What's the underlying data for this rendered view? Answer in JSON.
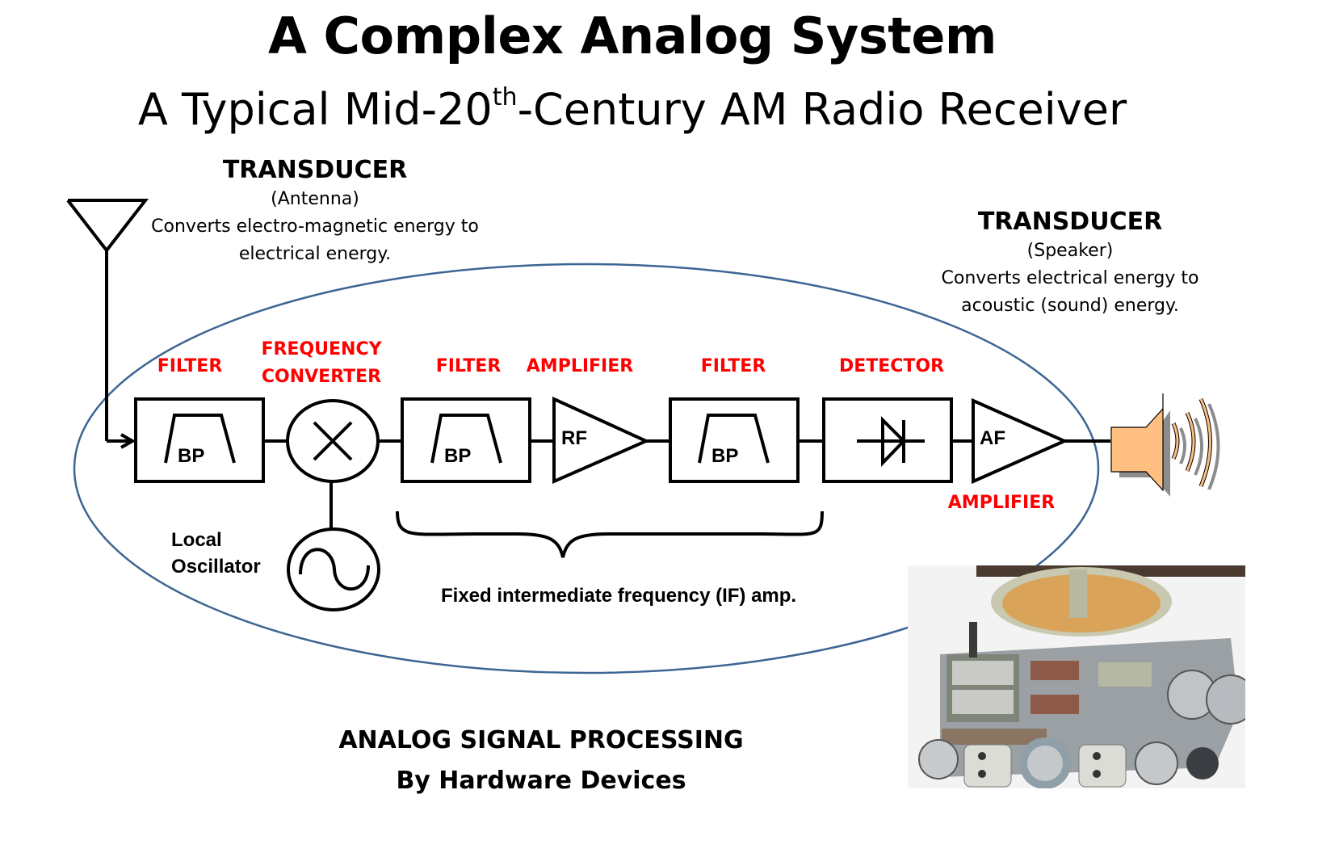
{
  "title": "A Complex Analog System",
  "subtitle": {
    "prefix": "A Typical Mid-20",
    "superscript": "th",
    "suffix": "-Century AM Radio Receiver"
  },
  "transducer_antenna": {
    "heading": "TRANSDUCER",
    "name": "(Antenna)",
    "line1": "Converts electro-magnetic energy to",
    "line2": "electrical energy."
  },
  "transducer_speaker": {
    "heading": "TRANSDUCER",
    "name": "(Speaker)",
    "line1": "Converts electrical energy to",
    "line2": "acoustic (sound) energy."
  },
  "stage_labels": {
    "filter1": "FILTER",
    "freq_converter_line1": "FREQUENCY",
    "freq_converter_line2": "CONVERTER",
    "filter2": "FILTER",
    "amplifier1": "AMPLIFIER",
    "filter3": "FILTER",
    "detector": "DETECTOR",
    "amplifier2": "AMPLIFIER"
  },
  "block_labels": {
    "bp1": "BP",
    "bp2": "BP",
    "bp3": "BP",
    "rf": "RF",
    "af": "AF"
  },
  "local_oscillator": {
    "line1": "Local",
    "line2": "Oscillator"
  },
  "if_amp_label": "Fixed intermediate frequency (IF) amp.",
  "bottom_caption": {
    "line1": "ANALOG SIGNAL PROCESSING",
    "line2": "By Hardware Devices"
  },
  "photo_description": "Photo of vintage radio chassis with tubes, variable capacitor and speaker",
  "colors": {
    "stage_label": "#ff0000",
    "ellipse": "#3d6593",
    "speaker_fill": "#ffbf80",
    "speaker_shadow": "#8c8c8c"
  }
}
